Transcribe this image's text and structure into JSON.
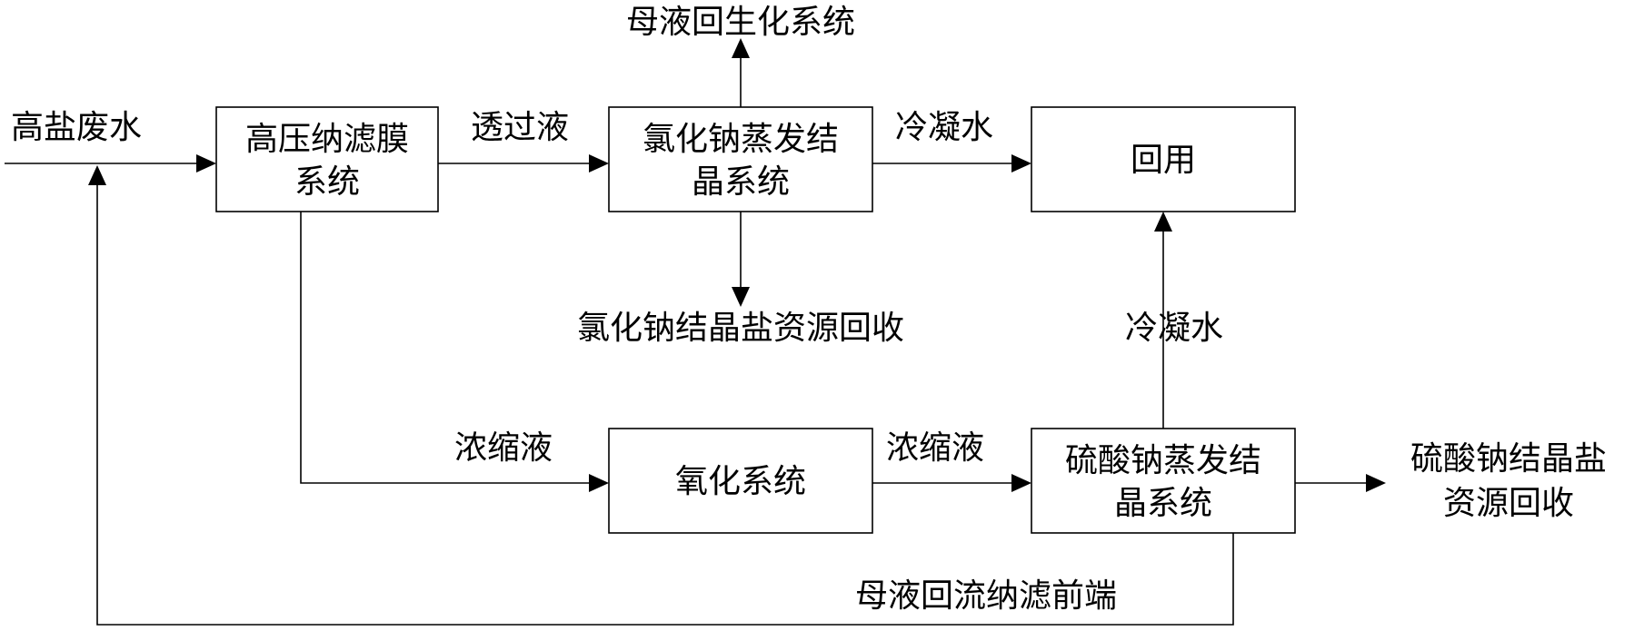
{
  "boxes": {
    "hp_nf": [
      "高压纳滤膜",
      "系统"
    ],
    "nacl_evap": [
      "氯化钠蒸发结",
      "晶系统"
    ],
    "reuse": [
      "回用"
    ],
    "oxidation": [
      "氧化系统"
    ],
    "na2so4_evap": [
      "硫酸钠蒸发结",
      "晶系统"
    ]
  },
  "labels": {
    "feed": "高盐废水",
    "permeate": "透过液",
    "condensate_top": "冷凝水",
    "mother_liquor_bio": "母液回生化系统",
    "nacl_recovery": "氯化钠结晶盐资源回收",
    "condensate_right": "冷凝水",
    "concentrate_1": "浓缩液",
    "concentrate_2": "浓缩液",
    "na2so4_recovery": [
      "硫酸钠结晶盐",
      "资源回收"
    ],
    "reflux": "母液回流纳滤前端"
  }
}
